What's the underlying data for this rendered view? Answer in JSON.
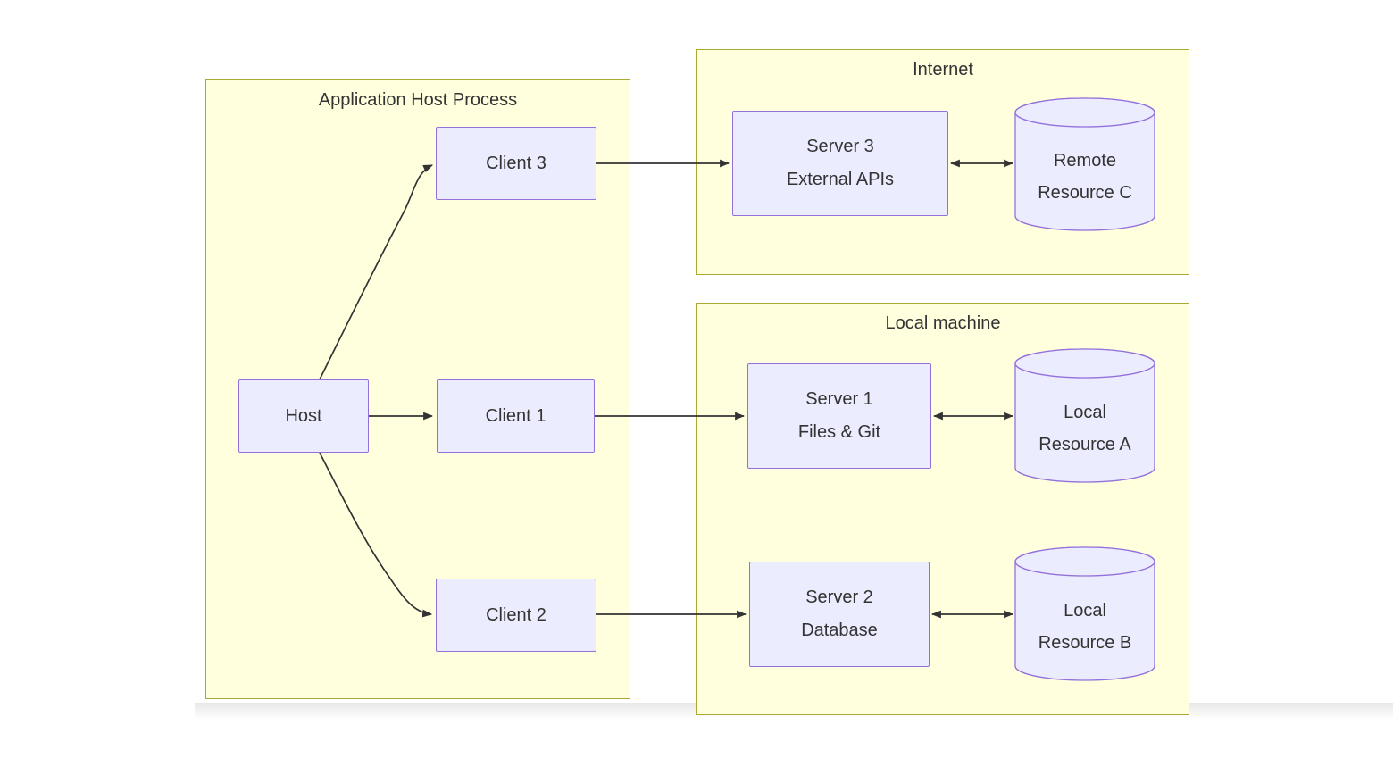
{
  "diagram": {
    "type": "flowchart",
    "colors": {
      "cluster_fill": "#ffffde",
      "cluster_border": "#aaaa33",
      "node_fill": "#ececff",
      "node_border": "#9370db",
      "edge_color": "#333333",
      "text_color": "#333333"
    },
    "containers": [
      {
        "id": "application-host-process",
        "title": "Application Host Process"
      },
      {
        "id": "internet",
        "title": "Internet"
      },
      {
        "id": "local-machine",
        "title": "Local machine"
      }
    ],
    "nodes": {
      "host": {
        "label": "Host",
        "shape": "rect",
        "container": "application-host-process"
      },
      "client1": {
        "label": "Client 1",
        "shape": "rect",
        "container": "application-host-process"
      },
      "client2": {
        "label": "Client 2",
        "shape": "rect",
        "container": "application-host-process"
      },
      "client3": {
        "label": "Client 3",
        "shape": "rect",
        "container": "application-host-process"
      },
      "server3": {
        "line1": "Server 3",
        "line2": "External APIs",
        "shape": "rect",
        "container": "internet"
      },
      "resourceC": {
        "line1": "Remote",
        "line2": "Resource C",
        "shape": "cylinder",
        "container": "internet"
      },
      "server1": {
        "line1": "Server 1",
        "line2": "Files & Git",
        "shape": "rect",
        "container": "local-machine"
      },
      "resourceA": {
        "line1": "Local",
        "line2": "Resource A",
        "shape": "cylinder",
        "container": "local-machine"
      },
      "server2": {
        "line1": "Server 2",
        "line2": "Database",
        "shape": "rect",
        "container": "local-machine"
      },
      "resourceB": {
        "line1": "Local",
        "line2": "Resource B",
        "shape": "cylinder",
        "container": "local-machine"
      }
    },
    "edges": [
      {
        "from": "host",
        "to": "client3",
        "direction": "one-way"
      },
      {
        "from": "host",
        "to": "client1",
        "direction": "one-way"
      },
      {
        "from": "host",
        "to": "client2",
        "direction": "one-way"
      },
      {
        "from": "client3",
        "to": "server3",
        "direction": "one-way"
      },
      {
        "from": "client1",
        "to": "server1",
        "direction": "one-way"
      },
      {
        "from": "client2",
        "to": "server2",
        "direction": "one-way"
      },
      {
        "from": "server3",
        "to": "resourceC",
        "direction": "two-way"
      },
      {
        "from": "server1",
        "to": "resourceA",
        "direction": "two-way"
      },
      {
        "from": "server2",
        "to": "resourceB",
        "direction": "two-way"
      }
    ]
  }
}
